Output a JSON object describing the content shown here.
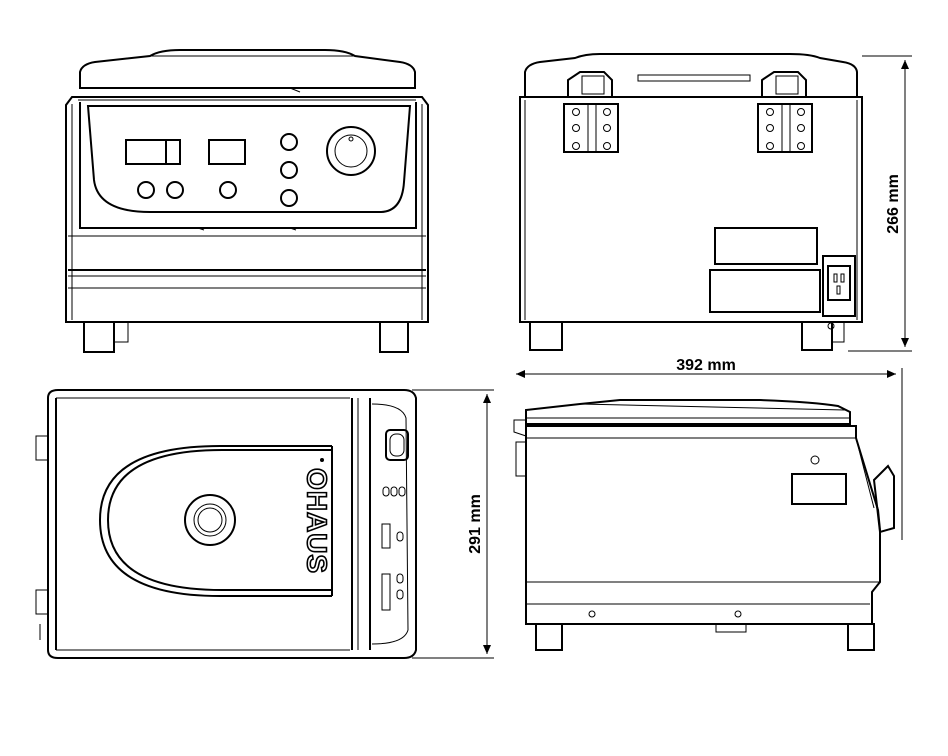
{
  "dimensions": {
    "height_label": "266 mm",
    "width_label": "392 mm",
    "depth_label": "291 mm"
  },
  "brand": {
    "logo_text": "OHAUS"
  }
}
